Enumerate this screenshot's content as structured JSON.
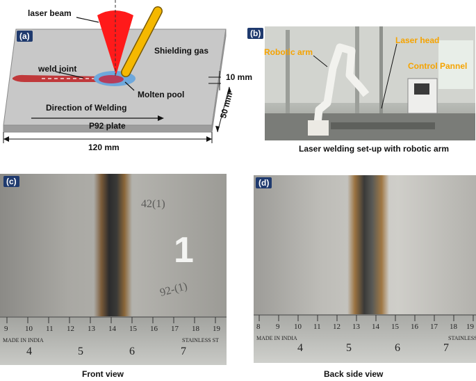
{
  "panel_a": {
    "tag": "(a)",
    "labels": {
      "laser_beam": "laser beam",
      "shielding_gas": "Shielding gas",
      "weld_joint": "weld joint",
      "molten_pool": "Molten pool",
      "direction": "Direction of Welding",
      "plate": "P92 plate",
      "thickness": "10 mm",
      "width": "50 mm",
      "length": "120 mm"
    },
    "colors": {
      "plate_top": "#c8c8c8",
      "plate_side": "#9a9a9a",
      "laser": "#ff1a1a",
      "gas": "#f5b800",
      "weld": "#c0393b",
      "pool": "#6ea8dc"
    }
  },
  "panel_b": {
    "tag": "(b)",
    "labels": {
      "robotic_arm": "Robotic arm",
      "laser_head": "Laser head",
      "control_panel": "Control Pannel"
    },
    "caption": "Laser welding set-up with robotic arm"
  },
  "panel_c": {
    "tag": "(c)",
    "caption": "Front view",
    "ruler_numbers": [
      "9",
      "10",
      "11",
      "12",
      "13",
      "14",
      "15",
      "16",
      "17",
      "18",
      "19"
    ],
    "ruler_big": [
      "4",
      "5",
      "6",
      "7"
    ],
    "ruler_text_left": "MADE IN INDIA",
    "ruler_text_right": "STAINLESS ST",
    "marks": [
      "1",
      "42(1)",
      "92-(1)"
    ]
  },
  "panel_d": {
    "tag": "(d)",
    "caption": "Back side view",
    "ruler_numbers": [
      "8",
      "9",
      "10",
      "11",
      "12",
      "13",
      "14",
      "15",
      "16",
      "17",
      "18",
      "19"
    ],
    "ruler_big": [
      "4",
      "5",
      "6",
      "7"
    ],
    "ruler_text_left": "MADE IN INDIA",
    "ruler_text_right": "STAINLESS"
  }
}
